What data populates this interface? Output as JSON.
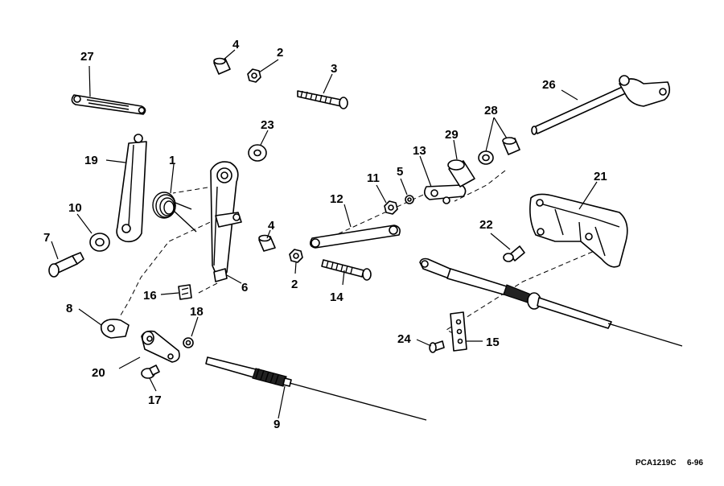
{
  "callouts": {
    "c1": "1",
    "c2a": "2",
    "c2b": "2",
    "c3": "3",
    "c4a": "4",
    "c4b": "4",
    "c5": "5",
    "c6": "6",
    "c7": "7",
    "c8": "8",
    "c9": "9",
    "c10": "10",
    "c11": "11",
    "c12": "12",
    "c13": "13",
    "c14": "14",
    "c15": "15",
    "c16": "16",
    "c17": "17",
    "c18": "18",
    "c19": "19",
    "c20": "20",
    "c21": "21",
    "c22": "22",
    "c23": "23",
    "c24": "24",
    "c26": "26",
    "c27": "27",
    "c28": "28",
    "c29": "29"
  },
  "footer": {
    "drawing_code": "PCA1219C",
    "date": "6-96"
  }
}
